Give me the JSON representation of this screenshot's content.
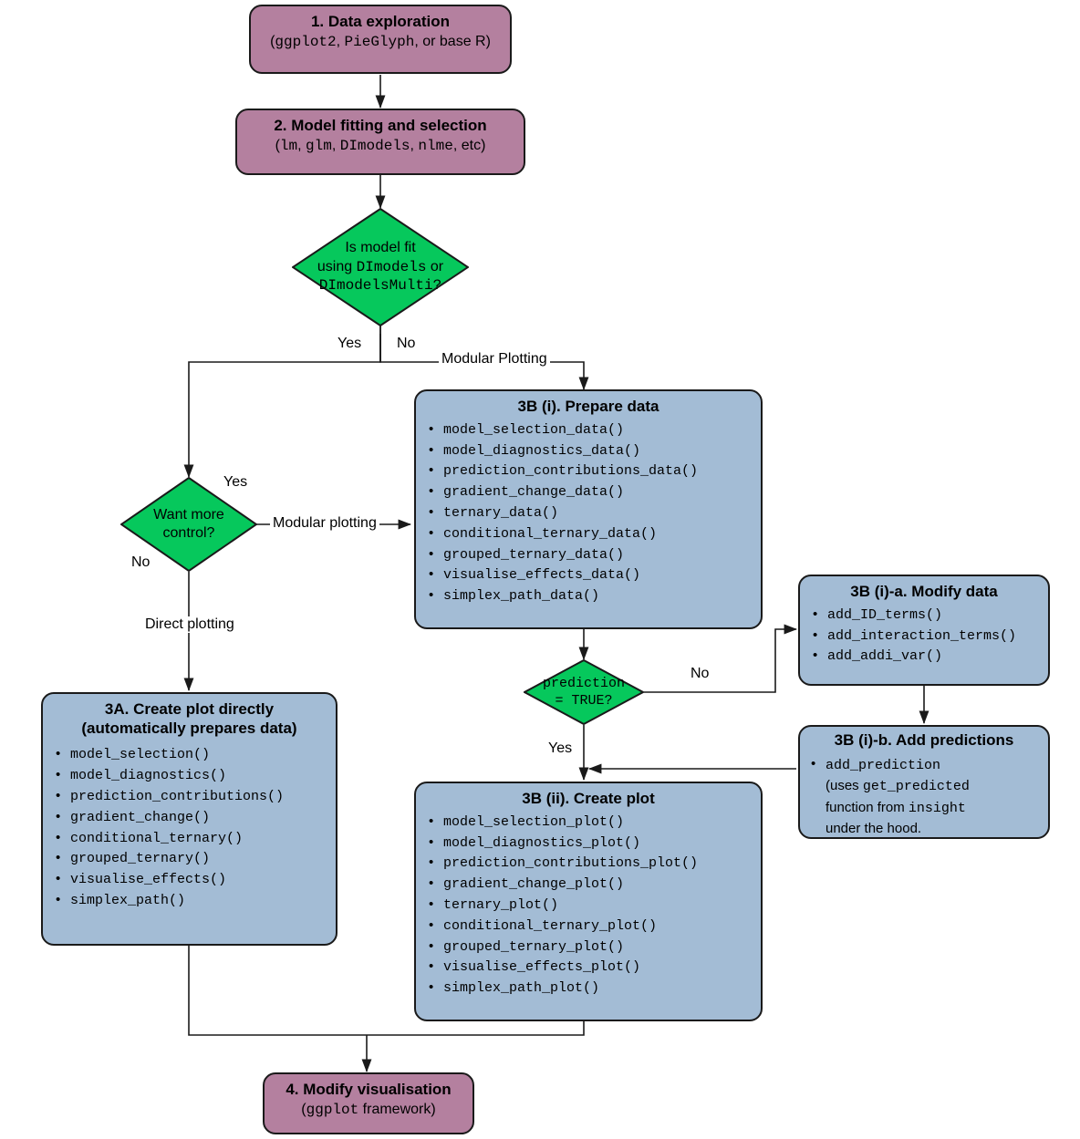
{
  "diagram": {
    "title": "DImodelsVis package workflow",
    "colors": {
      "purple": "#b4809f",
      "blue": "#a3bcd5",
      "green": "#06c85c",
      "outline": "#1a1a1a"
    }
  },
  "nodes": {
    "step1": {
      "title": "1. Data exploration",
      "subtitle_parts": [
        {
          "text": "(",
          "mono": false
        },
        {
          "text": "ggplot2",
          "mono": true
        },
        {
          "text": ", ",
          "mono": false
        },
        {
          "text": "PieGlyph",
          "mono": true
        },
        {
          "text": ", or base R)",
          "mono": false
        }
      ],
      "subtitle_plain": "(ggplot2, PieGlyph, or base R)"
    },
    "step2": {
      "title": "2. Model fitting and selection",
      "subtitle_parts": [
        {
          "text": "(",
          "mono": false
        },
        {
          "text": "lm",
          "mono": true
        },
        {
          "text": ", ",
          "mono": false
        },
        {
          "text": "glm",
          "mono": true
        },
        {
          "text": ", ",
          "mono": false
        },
        {
          "text": "DImodels",
          "mono": true
        },
        {
          "text": ", ",
          "mono": false
        },
        {
          "text": "nlme",
          "mono": true
        },
        {
          "text": ", etc)",
          "mono": false
        }
      ],
      "subtitle_plain": "(lm, glm, DImodels, nlme, etc)"
    },
    "decision_model_fit": {
      "lines": [
        {
          "text": "Is model fit",
          "mono": false
        },
        {
          "parts": [
            {
              "text": "using ",
              "mono": false
            },
            {
              "text": "DImodels",
              "mono": true
            },
            {
              "text": " or",
              "mono": false
            }
          ]
        },
        {
          "parts": [
            {
              "text": "DImodelsMulti?",
              "mono": true
            }
          ]
        }
      ],
      "plain": "Is model fit using DImodels or DImodelsMulti?"
    },
    "decision_control": {
      "lines": [
        "Want more",
        "control?"
      ],
      "plain": "Want more control?"
    },
    "decision_prediction": {
      "lines": [
        "prediction",
        "= TRUE?"
      ],
      "plain": "prediction = TRUE?",
      "mono": true
    },
    "step3a": {
      "title_line1": "3A. Create plot directly",
      "title_line2": "(automatically prepares data)",
      "items": [
        "model_selection()",
        "model_diagnostics()",
        "prediction_contributions()",
        "gradient_change()",
        "conditional_ternary()",
        "grouped_ternary()",
        "visualise_effects()",
        "simplex_path()"
      ]
    },
    "step3bi": {
      "title": "3B (i). Prepare data",
      "items": [
        "model_selection_data()",
        "model_diagnostics_data()",
        "prediction_contributions_data()",
        "gradient_change_data()",
        "ternary_data()",
        "conditional_ternary_data()",
        "grouped_ternary_data()",
        "visualise_effects_data()",
        "simplex_path_data()"
      ]
    },
    "step3bia": {
      "title": "3B (i)-a. Modify data",
      "items": [
        "add_ID_terms()",
        "add_interaction_terms()",
        "add_addi_var()"
      ]
    },
    "step3bib": {
      "title": "3B (i)-b. Add predictions",
      "body_parts": [
        {
          "text": "add_prediction",
          "mono": true
        },
        {
          "text": "\n(uses ",
          "mono": false
        },
        {
          "text": "get_predicted",
          "mono": true
        },
        {
          "text": "\nfunction from ",
          "mono": false
        },
        {
          "text": "insight",
          "mono": true
        },
        {
          "text": "\nunder the hood.",
          "mono": false
        }
      ],
      "body_plain": "add_prediction (uses get_predicted function from insight under the hood."
    },
    "step3bii": {
      "title": "3B (ii). Create plot",
      "items": [
        "model_selection_plot()",
        "model_diagnostics_plot()",
        "prediction_contributions_plot()",
        "gradient_change_plot()",
        "ternary_plot()",
        "conditional_ternary_plot()",
        "grouped_ternary_plot()",
        "visualise_effects_plot()",
        "simplex_path_plot()"
      ]
    },
    "step4": {
      "title": "4. Modify visualisation",
      "subtitle_parts": [
        {
          "text": "(",
          "mono": false
        },
        {
          "text": "ggplot",
          "mono": true
        },
        {
          "text": " framework)",
          "mono": false
        }
      ],
      "subtitle_plain": "(ggplot framework)"
    }
  },
  "edge_labels": {
    "model_fit_yes": "Yes",
    "model_fit_no": "No",
    "modular_plotting_upper": "Modular Plotting",
    "control_yes": "Yes",
    "control_no": "No",
    "modular_plotting_lower": "Modular plotting",
    "direct_plotting": "Direct plotting",
    "prediction_no": "No",
    "prediction_yes": "Yes"
  }
}
